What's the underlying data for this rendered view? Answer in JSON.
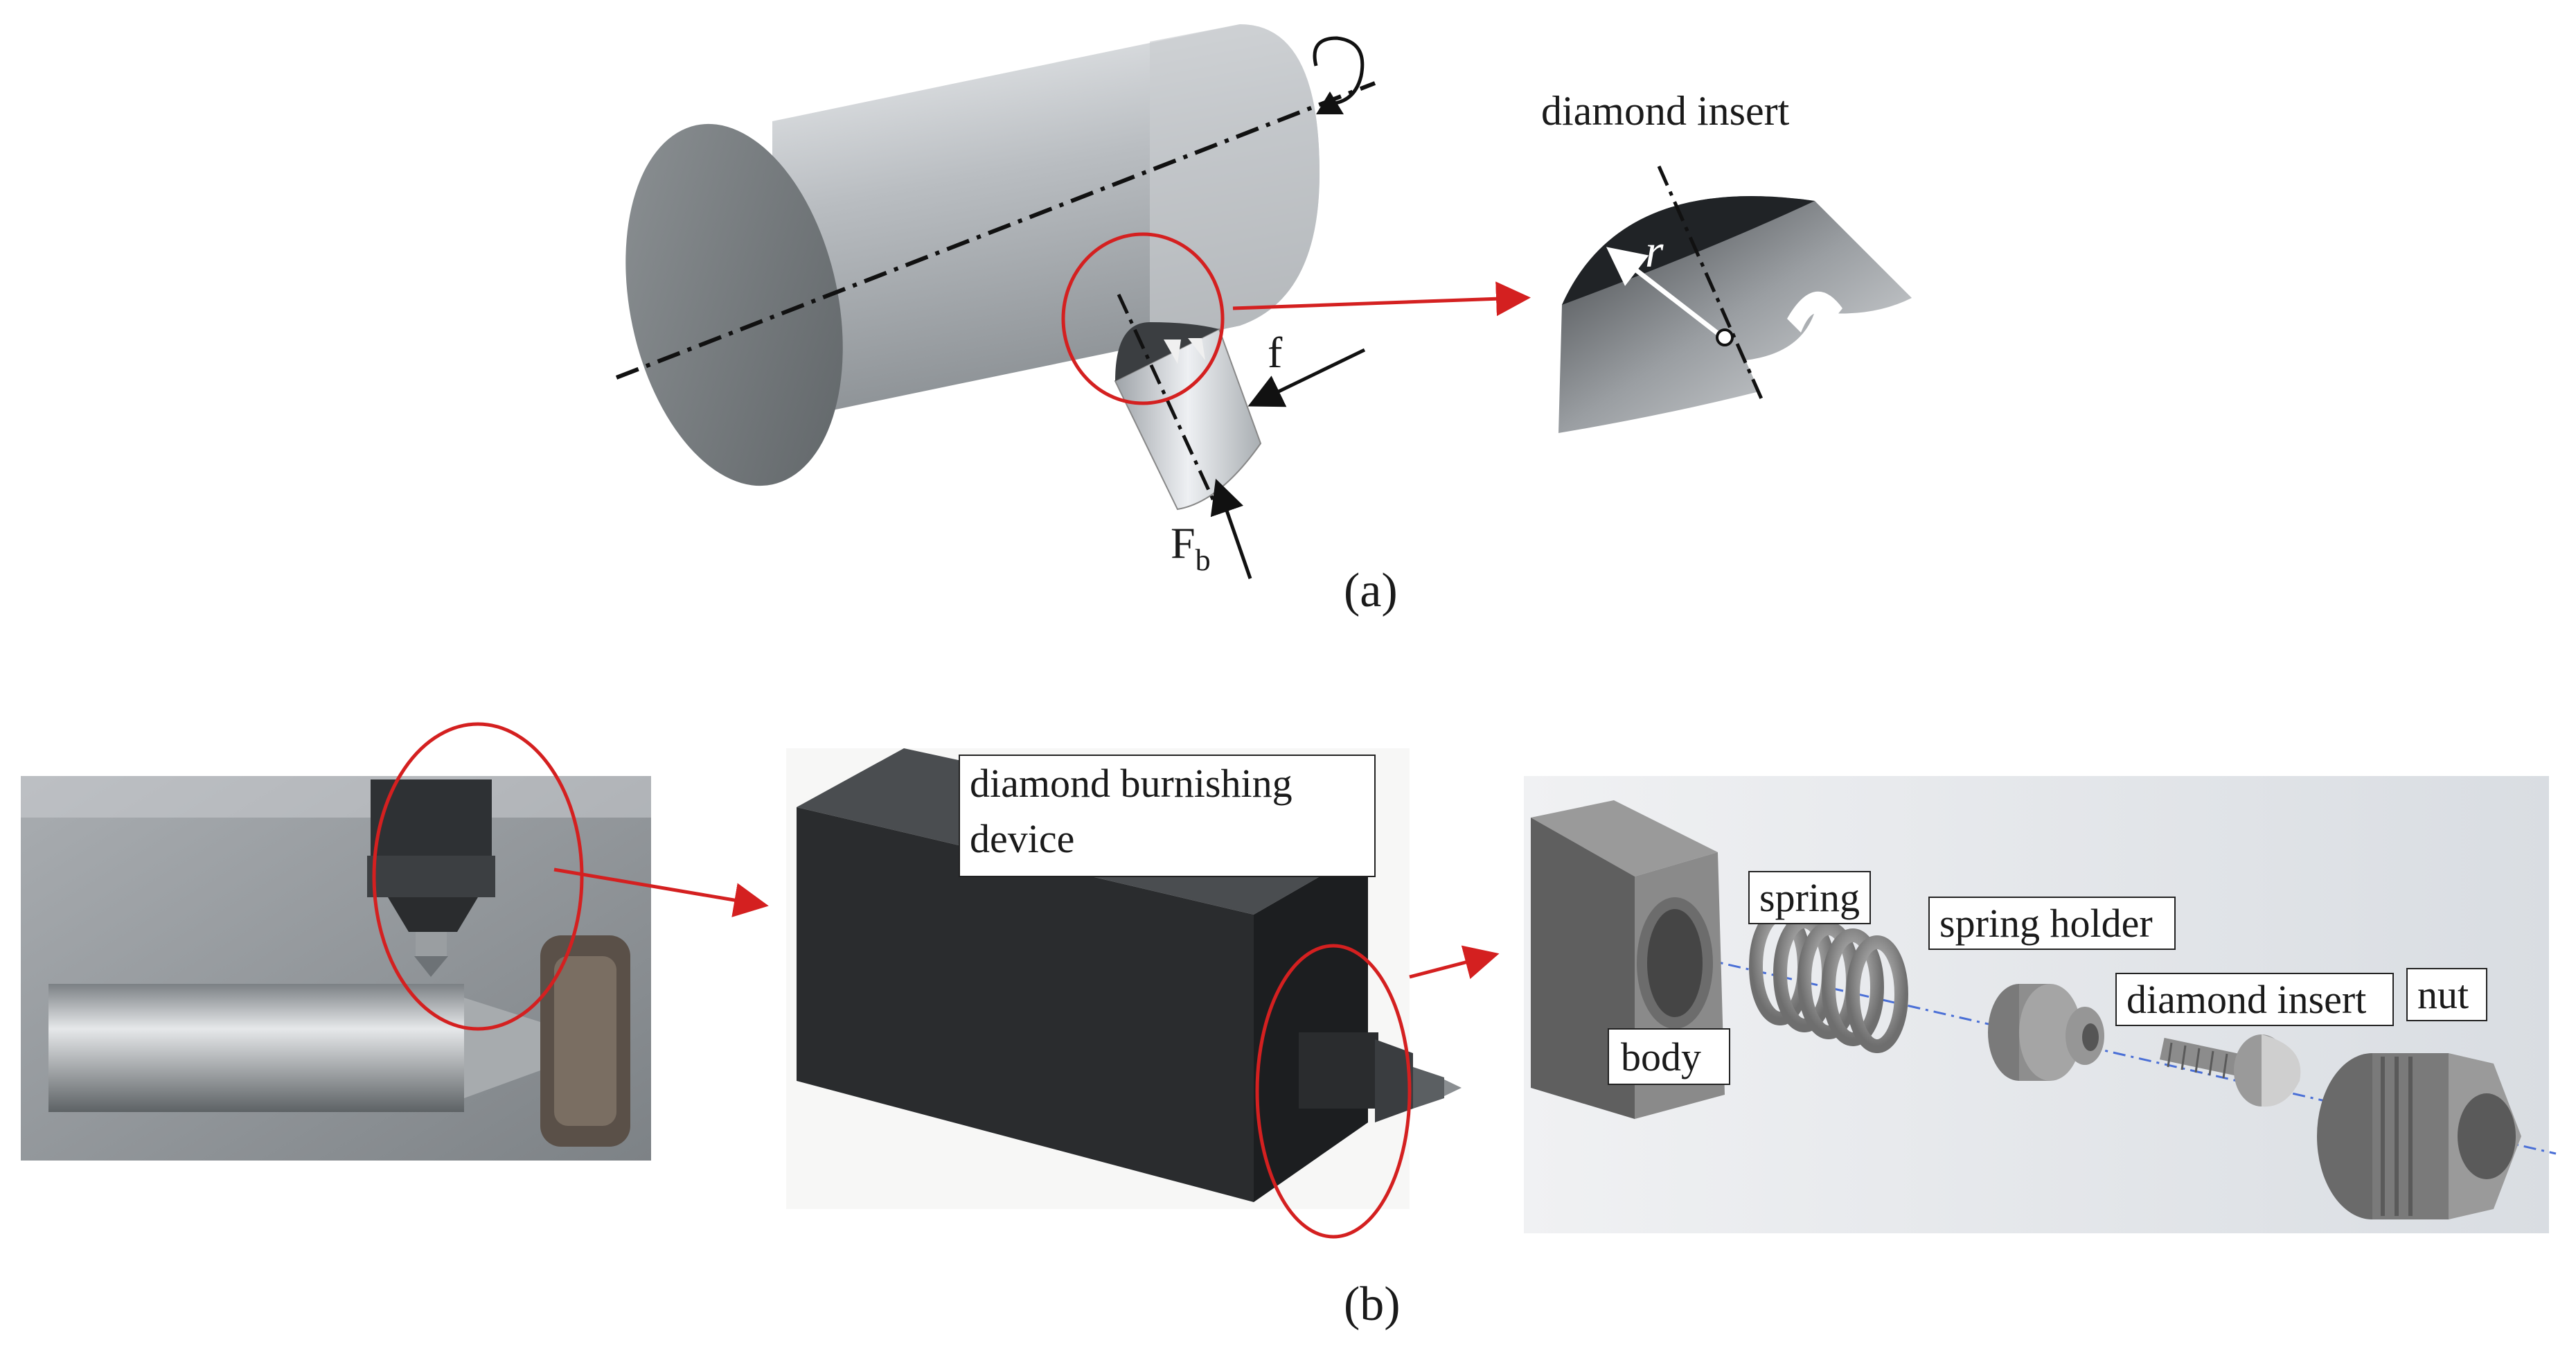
{
  "panel_a": {
    "caption": "(a)",
    "insert_title": "diamond insert",
    "radius_symbol": "r",
    "feed_symbol": "f",
    "force_symbol": "F",
    "force_subscript": "b"
  },
  "panel_b": {
    "caption": "(b)",
    "device_label_line1": "diamond burnishing",
    "device_label_line2": "device",
    "part_body": "body",
    "part_spring": "spring",
    "part_spring_holder": "spring holder",
    "part_diamond_insert": "diamond insert",
    "part_nut": "nut"
  },
  "colors": {
    "callout_red": "#d42020",
    "steel_light": "#d4d7da",
    "steel_dark": "#6d7276",
    "device_black": "#2a2c2e",
    "cad_grey": "#7a7a7a"
  },
  "icons": {
    "rotation": "rotation-arrow-icon",
    "zoom": "callout-arrow-icon"
  }
}
